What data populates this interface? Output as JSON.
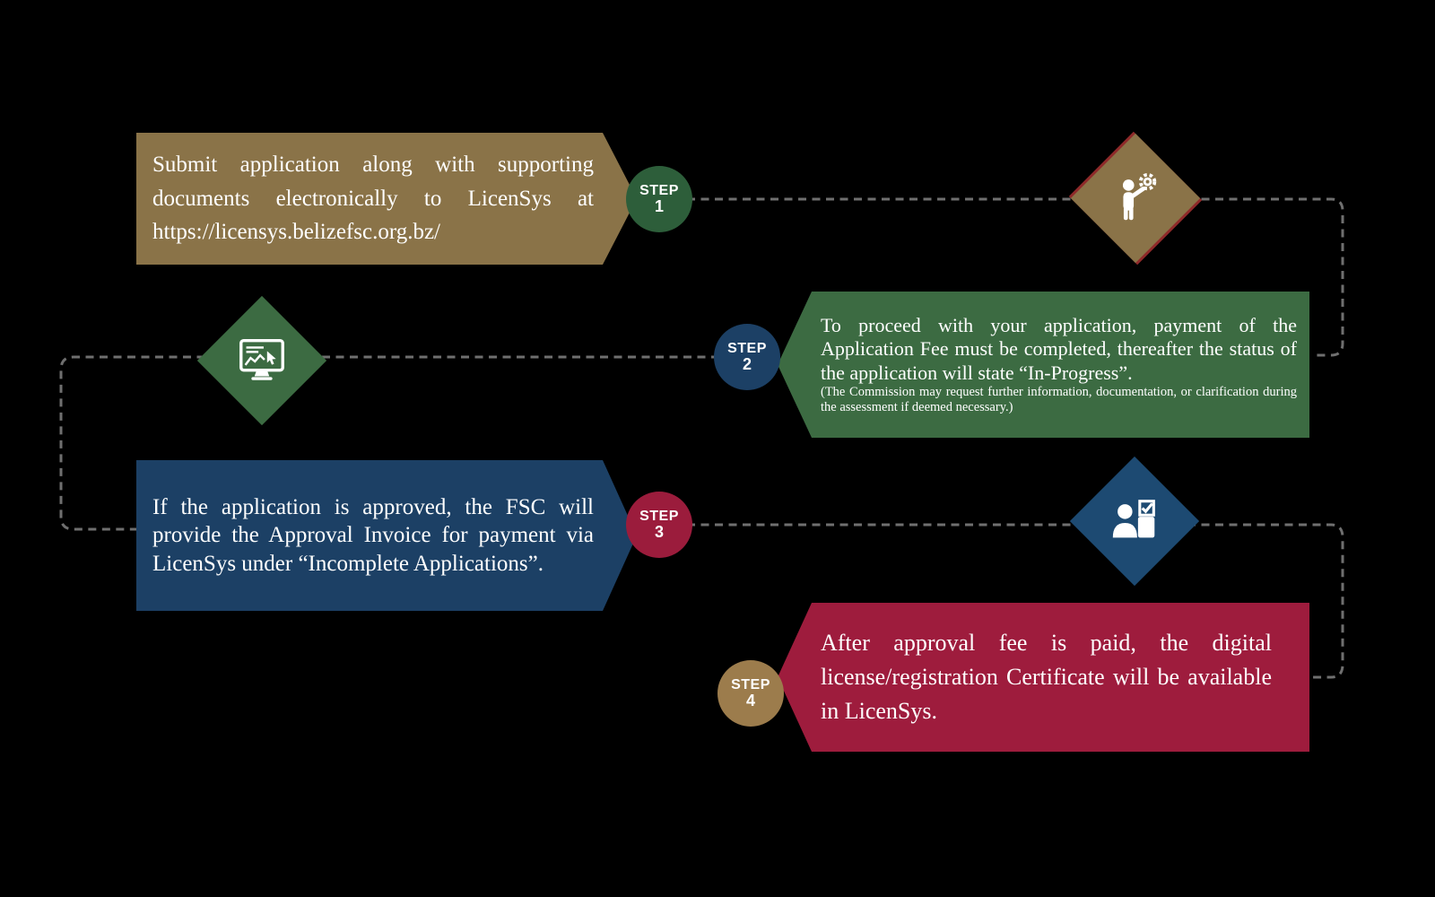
{
  "page_background": "#000000",
  "connector_color": "#6F6F6F",
  "steps": [
    {
      "label": "STEP",
      "number": "1",
      "text": "Submit application along with supporting documents electronically to LicenSys at https://licensys.belizefsc.org.bz/",
      "banner_color": "#8A7348",
      "circle_color": "#2D5E3A"
    },
    {
      "label": "STEP",
      "number": "2",
      "text": "To proceed with your application, payment of the Application Fee must be completed, thereafter the status of the application will state “In-Progress”.",
      "note": "(The Commission may request further information, documentation, or clarification during the assessment if deemed necessary.)",
      "banner_color": "#3C6B42",
      "circle_color": "#1C4065"
    },
    {
      "label": "STEP",
      "number": "3",
      "text": "If the application is approved, the FSC will provide the Approval Invoice for payment via LicenSys under “Incomplete Applications”.",
      "banner_color": "#1C4065",
      "circle_color": "#9B1C3C"
    },
    {
      "label": "STEP",
      "number": "4",
      "text": "After approval fee is paid, the digital license/registration Certificate will be available in LicenSys.",
      "banner_color": "#9E1C3D",
      "circle_color": "#9C7C4C"
    }
  ],
  "diamonds": [
    {
      "icon": "person-gear-icon",
      "color": "#8A7348",
      "accent": "#8F2A2A"
    },
    {
      "icon": "monitor-chart-cursor-icon",
      "color": "#3C6B42"
    },
    {
      "icon": "person-clipboard-check-icon",
      "color": "#1D4A72"
    }
  ]
}
